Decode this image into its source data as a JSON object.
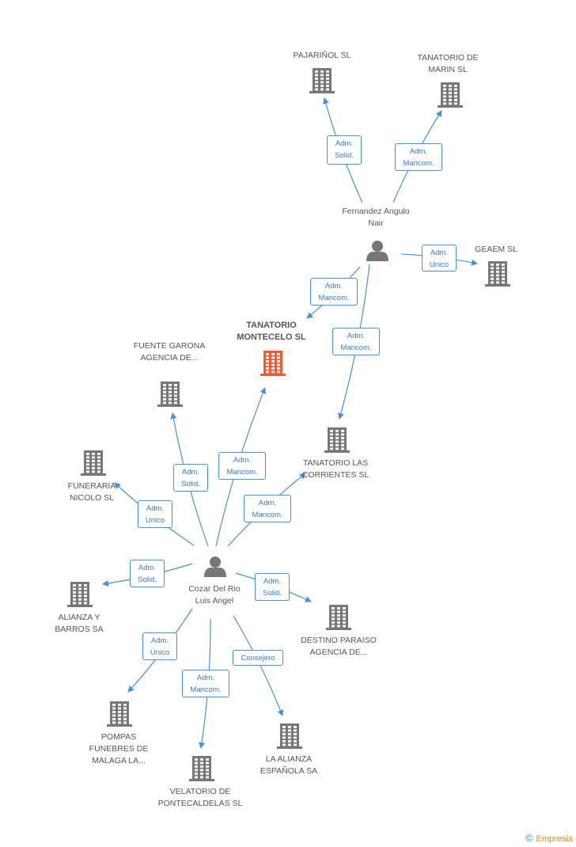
{
  "colors": {
    "edge": "#4a90d9",
    "building": "#777777",
    "focus": "#f05a32",
    "person": "#777777"
  },
  "nodes": [
    {
      "id": "pajarinol",
      "type": "company",
      "label": "PAJARIÑOL SL"
    },
    {
      "id": "tanatorio_marin",
      "type": "company",
      "label": "TANATORIO DE MARIN SL"
    },
    {
      "id": "fernandez",
      "type": "person",
      "label": "Fernandez Angulo Nair"
    },
    {
      "id": "geaem",
      "type": "company",
      "label": "GEAEM SL"
    },
    {
      "id": "montecelo",
      "type": "focus",
      "label": "TANATORIO MONTECELO SL"
    },
    {
      "id": "fuente_garona",
      "type": "company",
      "label": "FUENTE GARONA AGENCIA DE..."
    },
    {
      "id": "tanatorio_corrientes",
      "type": "company",
      "label": "TANATORIO LAS CORRIENTES SL"
    },
    {
      "id": "funeraria_nicolo",
      "type": "company",
      "label": "FUNERARIA NICOLO SL"
    },
    {
      "id": "cozar",
      "type": "person",
      "label": "Cozar Del Rio Luis Angel"
    },
    {
      "id": "alianza_barros",
      "type": "company",
      "label": "ALIANZA Y BARROS SA"
    },
    {
      "id": "destino_paraiso",
      "type": "company",
      "label": "DESTINO PARAISO AGENCIA DE..."
    },
    {
      "id": "pompas",
      "type": "company",
      "label": "POMPAS FUNEBRES DE MALAGA LA..."
    },
    {
      "id": "la_alianza",
      "type": "company",
      "label": "LA ALIANZA ESPAÑOLA SA"
    },
    {
      "id": "velatorio",
      "type": "company",
      "label": "VELATORIO DE PONTECALDELAS SL"
    }
  ],
  "edges": [
    {
      "from": "fernandez",
      "to": "pajarinol",
      "label": [
        "Adm.",
        "Solid."
      ]
    },
    {
      "from": "fernandez",
      "to": "tanatorio_marin",
      "label": [
        "Adm.",
        "Mancom."
      ]
    },
    {
      "from": "fernandez",
      "to": "geaem",
      "label": [
        "Adm.",
        "Unico"
      ]
    },
    {
      "from": "fernandez",
      "to": "montecelo",
      "label": [
        "Adm.",
        "Mancom."
      ]
    },
    {
      "from": "fernandez",
      "to": "tanatorio_corrientes",
      "label": [
        "Adm.",
        "Mancom."
      ]
    },
    {
      "from": "cozar",
      "to": "fuente_garona",
      "label": [
        "Adm.",
        "Solid."
      ]
    },
    {
      "from": "cozar",
      "to": "montecelo",
      "label": [
        "Adm.",
        "Mancom."
      ]
    },
    {
      "from": "cozar",
      "to": "funeraria_nicolo",
      "label": [
        "Adm.",
        "Unico"
      ]
    },
    {
      "from": "cozar",
      "to": "tanatorio_corrientes",
      "label": [
        "Adm.",
        "Mancom."
      ]
    },
    {
      "from": "cozar",
      "to": "alianza_barros",
      "label": [
        "Adm.",
        "Solid."
      ]
    },
    {
      "from": "cozar",
      "to": "destino_paraiso",
      "label": [
        "Adm.",
        "Solid."
      ]
    },
    {
      "from": "cozar",
      "to": "pompas",
      "label": [
        "Adm.",
        "Unico"
      ]
    },
    {
      "from": "cozar",
      "to": "velatorio",
      "label": [
        "Adm.",
        "Mancom."
      ]
    },
    {
      "from": "cozar",
      "to": "la_alianza",
      "label": [
        "Consejero"
      ]
    }
  ],
  "footer": {
    "copyright": "©",
    "brand": "Empresia"
  }
}
